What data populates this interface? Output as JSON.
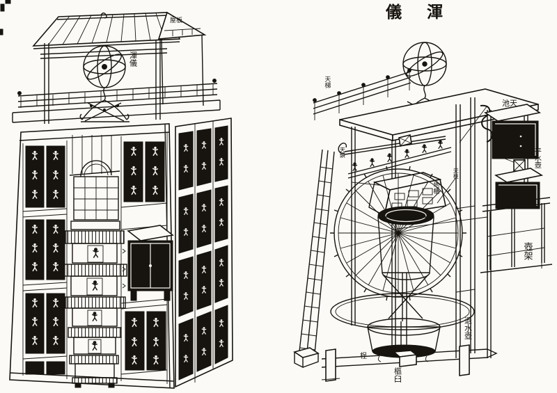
{
  "colors": {
    "paper": "#fbfaf6",
    "ink": "#17140f"
  },
  "figure_left": {
    "labels": {
      "armillary_sphere": "渾儀",
      "plank_house": "屋板"
    }
  },
  "figure_right": {
    "title": "儀渾",
    "labels": {
      "heaven_pool": "池天",
      "constant_level_tank": "平水壺",
      "tank_stand": "壺架",
      "drain_tank": "退水壺",
      "ground_cabinet": "地櫃",
      "heaven_lock": "天鎖",
      "heaven_ladder": "天梯",
      "heaven_pillar": "天柱",
      "base_beam": "桯",
      "pivot_socket": "樞臼"
    }
  }
}
